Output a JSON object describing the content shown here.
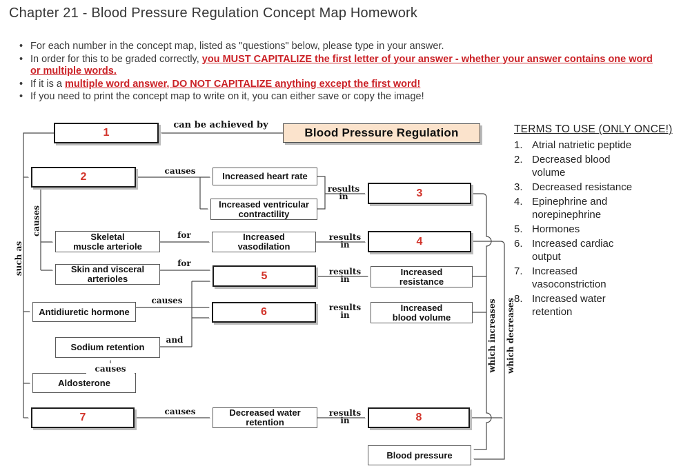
{
  "header": {
    "title": "Chapter 21 - Blood Pressure Regulation Concept Map Homework",
    "bullets": [
      {
        "plain": "For each number in the concept map, listed as \"questions\" below, please type in your answer.",
        "red": ""
      },
      {
        "plain": "In order for this to be graded correctly, ",
        "red": "you MUST CAPITALIZE the first letter of your answer - whether your answer contains one word or multiple words."
      },
      {
        "plain": "If it is a ",
        "red": "multiple word answer, DO NOT CAPITALIZE anything except the first word!"
      },
      {
        "plain": "If you need to print the concept map to write on it, you can either save or copy the image!",
        "red": ""
      }
    ]
  },
  "map": {
    "title_box": "Blood Pressure Regulation",
    "answers": [
      "1",
      "2",
      "3",
      "4",
      "5",
      "6",
      "7",
      "8"
    ],
    "nodes": {
      "heart_rate": "Increased heart rate",
      "contractility": "Increased ventricular\ncontractility",
      "skeletal": "Skeletal\nmuscle arteriole",
      "vasodilation": "Increased\nvasodilation",
      "skin": "Skin and visceral\narterioles",
      "resistance": "Increased\nresistance",
      "adh": "Antidiuretic hormone",
      "blood_volume": "Increased\nblood volume",
      "sodium": "Sodium retention",
      "aldosterone": "Aldosterone",
      "dec_water": "Decreased water\nretention",
      "blood_pressure": "Blood pressure"
    },
    "edges": {
      "achieved_by": "can be achieved by",
      "causes": "causes",
      "for": "for",
      "and": "and",
      "results_in": "results\nin",
      "such_as": "such as",
      "which_increases": "which increases",
      "which_decreases": "which decreases"
    }
  },
  "terms": {
    "heading": "TERMS TO USE (ONLY ONCE!)",
    "numbers": [
      "1.",
      "2.",
      "3.",
      "4.",
      "5.",
      "6.",
      "7.",
      "8."
    ],
    "items": [
      "Atrial natrietic peptide",
      "Decreased blood\nvolume",
      "Decreased resistance",
      "Epinephrine and\nnorepinephrine",
      "Hormones",
      "Increased cardiac\noutput",
      "Increased\nvasoconstriction",
      "Increased water\nretention"
    ]
  }
}
